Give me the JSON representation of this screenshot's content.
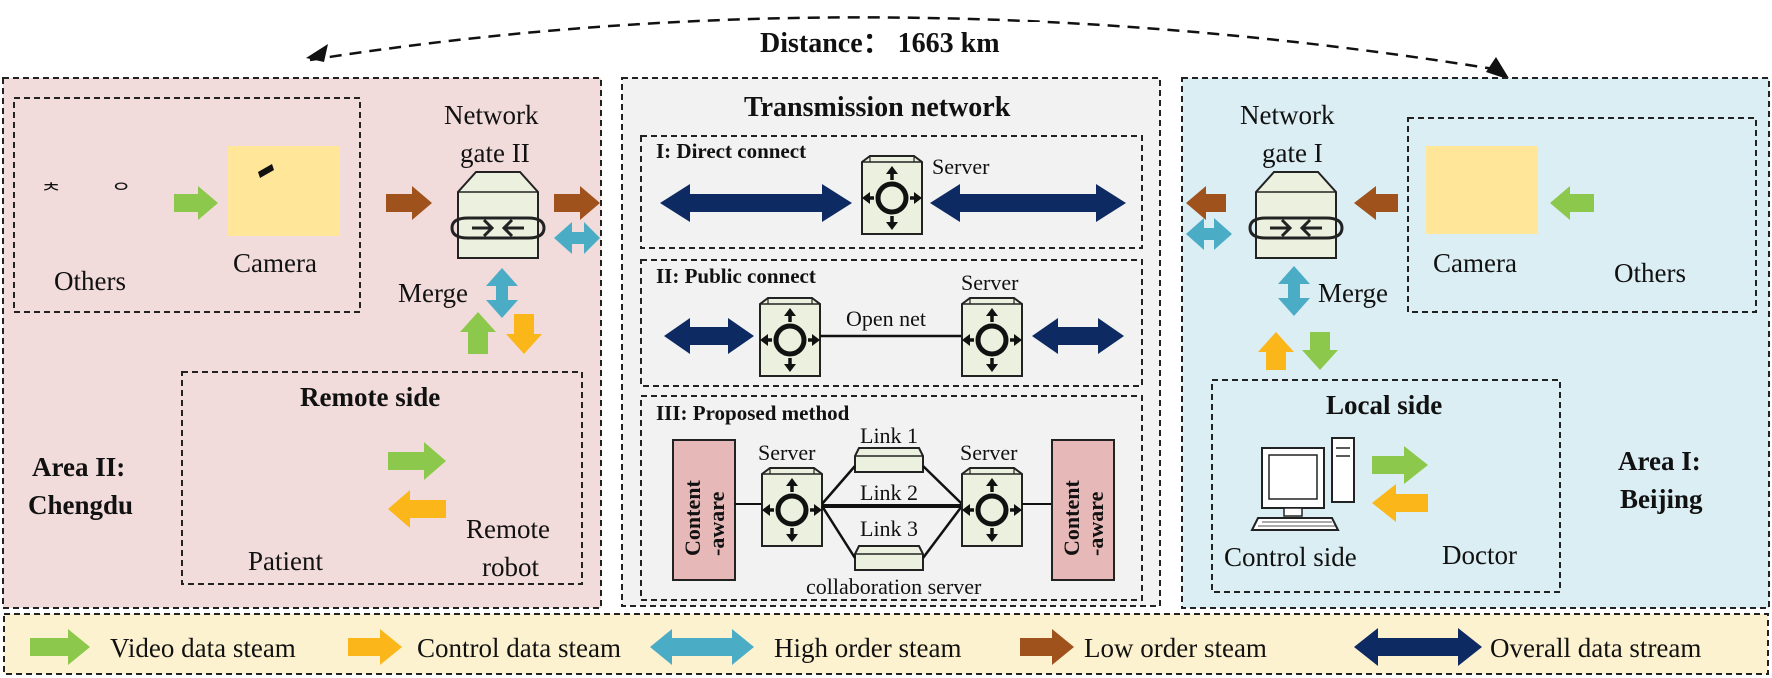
{
  "distance_label": "Distance：  1663 km",
  "area_remote": {
    "line1": "Area II:",
    "line2": "Chengdu",
    "others": "Others",
    "camera": "Camera",
    "gate_line1": "Network",
    "gate_line2": "gate II",
    "merge": "Merge",
    "side_title": "Remote side",
    "patient": "Patient",
    "robot_line1": "Remote",
    "robot_line2": "robot"
  },
  "transmission": {
    "title": "Transmission network",
    "direct": {
      "title": "I: Direct connect",
      "server": "Server"
    },
    "public": {
      "title": "II: Public connect",
      "server": "Server",
      "open_net": "Open net"
    },
    "proposed": {
      "title": "III: Proposed method",
      "server_left": "Server",
      "server_right": "Server",
      "link1": "Link 1",
      "link2": "Link 2",
      "link3": "Link 3",
      "content_aware": "Content-aware",
      "content_aware_line1": "Content",
      "content_aware_line2": "-aware",
      "collab": "collaboration server"
    }
  },
  "area_local": {
    "line1": "Area I:",
    "line2": "Beijing",
    "gate_line1": "Network",
    "gate_line2": "gate I",
    "camera": "Camera",
    "others": "Others",
    "merge": "Merge",
    "side_title": "Local side",
    "control": "Control side",
    "doctor": "Doctor"
  },
  "legend": [
    {
      "label": "Video data steam",
      "color": "#8cc84b"
    },
    {
      "label": "Control data steam",
      "color": "#fbb719"
    },
    {
      "label": "High order steam",
      "color": "#4bacc6"
    },
    {
      "label": "Low order steam",
      "color": "#a0521c"
    },
    {
      "label": "Overall data stream",
      "color": "#0d2a63"
    }
  ],
  "colors": {
    "remote_bg": "#f2dcdb",
    "transmission_bg": "#f2f2f2",
    "local_bg": "#dbeef4",
    "legend_bg": "#fdf2d0",
    "camera_fill": "#ffe699",
    "content_aware_fill": "#e6b8b7",
    "device_fill": "#ebf1de"
  }
}
